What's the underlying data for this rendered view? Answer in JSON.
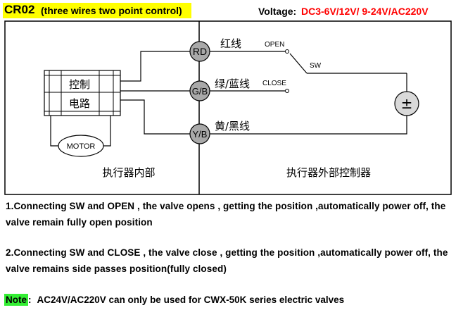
{
  "header": {
    "code": "CR02",
    "description": "(three wires two point control)",
    "voltage_label": "Voltage:",
    "voltage_value": "DC3-6V/12V/ 9-24V/AC220V"
  },
  "diagram": {
    "controller_line1": "控制",
    "controller_line2": "电路",
    "motor": "MOTOR",
    "terminals": {
      "rd": "RD",
      "gb": "G/B",
      "yb": "Y/B"
    },
    "wires": {
      "red": "红线",
      "green_blue": "绿/蓝线",
      "yellow_black": "黄/黑线"
    },
    "open_label": "OPEN",
    "close_label": "CLOSE",
    "switch_label": "SW",
    "power_symbol": "±",
    "inside_label": "执行器内部",
    "outside_label": "执行器外部控制器"
  },
  "instructions": {
    "item1": "1.Connecting SW and OPEN , the valve opens , getting the position ,automatically power off, the valve remain fully open position",
    "item2": "2.Connecting SW and CLOSE , the valve close , getting the position ,automatically power off, the valve remains side passes position(fully closed)"
  },
  "note": {
    "label": "Note",
    "separator": ":",
    "text": "AC24V/AC220V can only be used for CWX-50K series electric valves"
  },
  "colors": {
    "title_highlight": "#ffff00",
    "voltage_text": "#ff0000",
    "note_highlight": "#33ee33",
    "terminal_fill": "#a9a9a9"
  }
}
